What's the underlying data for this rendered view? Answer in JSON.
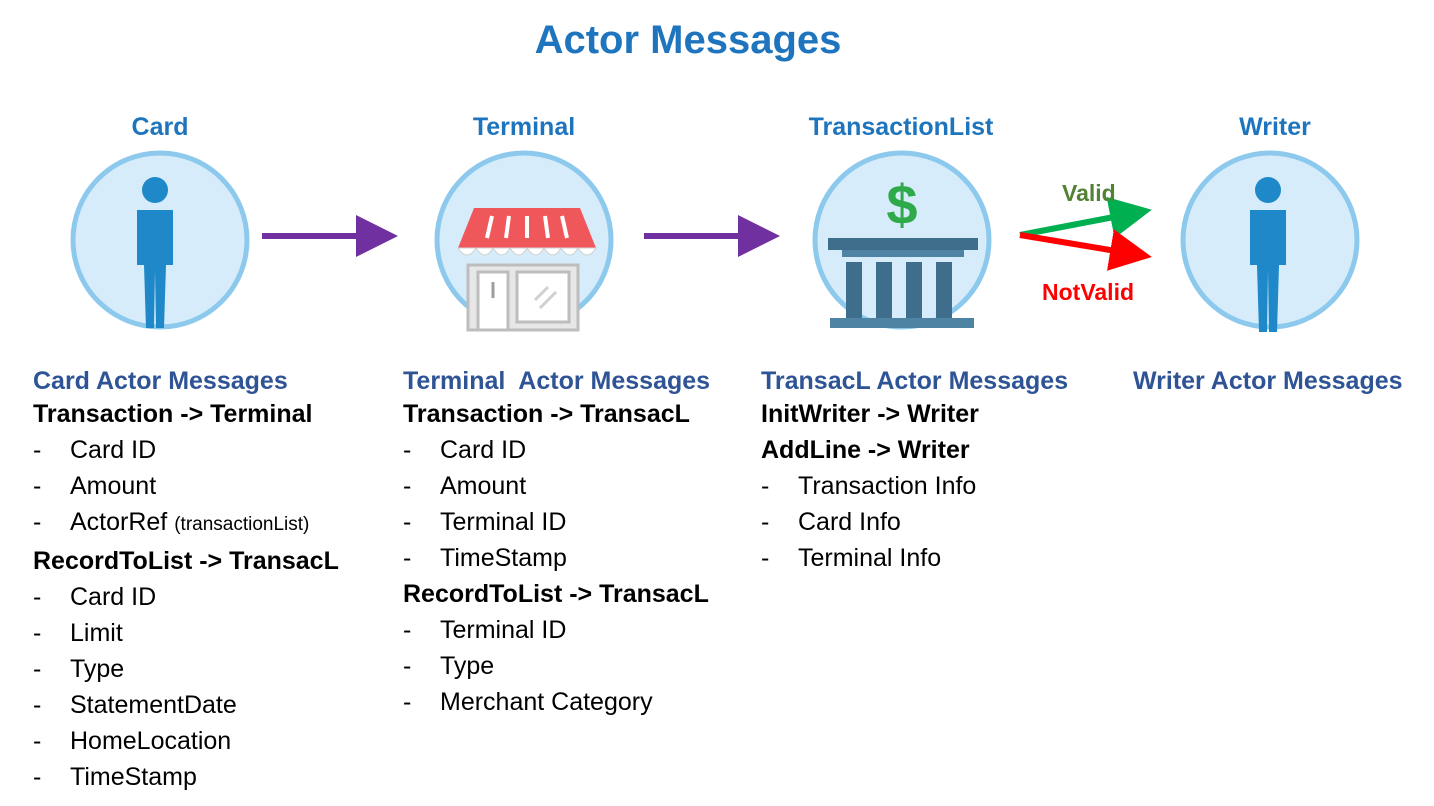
{
  "title": "Actor Messages",
  "actors": [
    {
      "name": "Card",
      "icon": "person-icon"
    },
    {
      "name": "Terminal",
      "icon": "storefront-icon"
    },
    {
      "name": "TransactionList",
      "icon": "bank-dollar-icon"
    },
    {
      "name": "Writer",
      "icon": "person-icon"
    }
  ],
  "flow": {
    "valid_label": "Valid",
    "notvalid_label": "NotValid"
  },
  "colors": {
    "title": "#1f75bd",
    "section_heading": "#2f5496",
    "arrow": "#7030a0",
    "valid": "#00b050",
    "notvalid": "#ff0000",
    "circle_fill": "#d6ecfa",
    "circle_ring": "#8cc9ec",
    "person": "#1e88c8",
    "awning": "#f0575a"
  },
  "sections": [
    {
      "heading": "Card Actor Messages",
      "messages": [
        {
          "command": "Transaction -> Terminal",
          "fields": [
            {
              "text": "Card ID"
            },
            {
              "text": "Amount"
            },
            {
              "text": "ActorRef",
              "note": "(transactionList)"
            }
          ]
        },
        {
          "command": "RecordToList -> TransacL",
          "fields": [
            {
              "text": "Card ID"
            },
            {
              "text": "Limit"
            },
            {
              "text": "Type"
            },
            {
              "text": "StatementDate"
            },
            {
              "text": "HomeLocation"
            },
            {
              "text": "TimeStamp"
            }
          ]
        }
      ]
    },
    {
      "heading": "Terminal  Actor Messages",
      "messages": [
        {
          "command": "Transaction -> TransacL",
          "fields": [
            {
              "text": "Card ID"
            },
            {
              "text": "Amount"
            },
            {
              "text": "Terminal ID"
            },
            {
              "text": "TimeStamp"
            }
          ]
        },
        {
          "command": "RecordToList -> TransacL",
          "fields": [
            {
              "text": "Terminal ID"
            },
            {
              "text": "Type"
            },
            {
              "text": "Merchant Category"
            }
          ]
        }
      ]
    },
    {
      "heading": "TransacL Actor Messages",
      "messages": [
        {
          "command": "InitWriter -> Writer",
          "fields": []
        },
        {
          "command": "AddLine -> Writer",
          "fields": [
            {
              "text": "Transaction Info"
            },
            {
              "text": "Card Info"
            },
            {
              "text": "Terminal Info"
            }
          ]
        }
      ]
    },
    {
      "heading": "Writer Actor Messages",
      "messages": []
    }
  ]
}
